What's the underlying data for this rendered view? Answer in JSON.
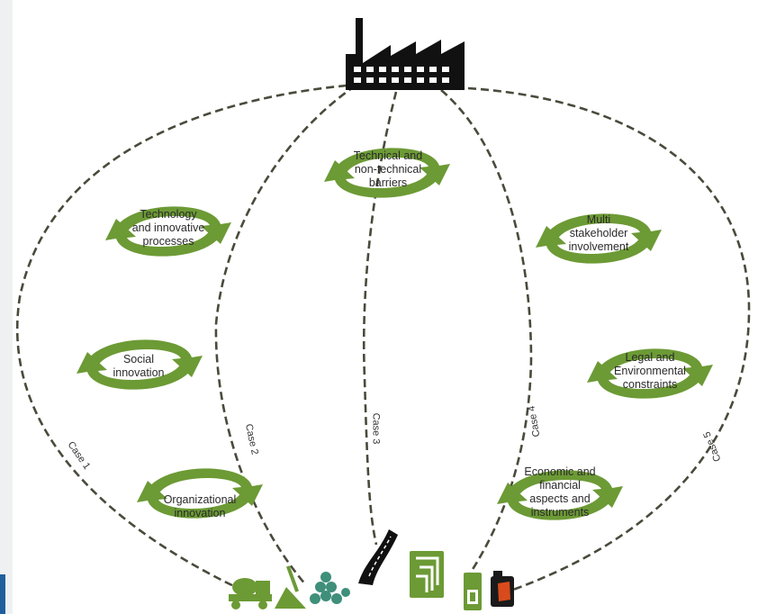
{
  "colors": {
    "arrow_green": "#6c9a35",
    "dash": "#4a4a3c",
    "factory": "#111111",
    "accent_blue": "#1f5f9e"
  },
  "icons": {
    "top": "factory-icon",
    "bottom": [
      "concrete-mixer-truck-icon",
      "soil-and-shovel-icon",
      "crop-pile-icon",
      "road-icon",
      "recycling-sign-icon",
      "fuel-pump-icon",
      "fuel-can-icon"
    ]
  },
  "cycles": {
    "technology": "Technology\nand innovative\nprocesses",
    "social": "Social\ninnovation",
    "organizational": "Organizational\ninnovation",
    "barriers": "Technical and\nnon-technical\nbarriers",
    "stakeholder": "Multi\nstakeholder\ninvolvement",
    "legal": "Legal and\nEnvironmental\nconstraints",
    "economic": "Economic and\nfinancial\naspects and\ninstruments"
  },
  "cases": {
    "case1": "Case 1",
    "case2": "Case 2",
    "case3": "Case 3",
    "case4": "Case 4",
    "case5": "Case 5"
  }
}
